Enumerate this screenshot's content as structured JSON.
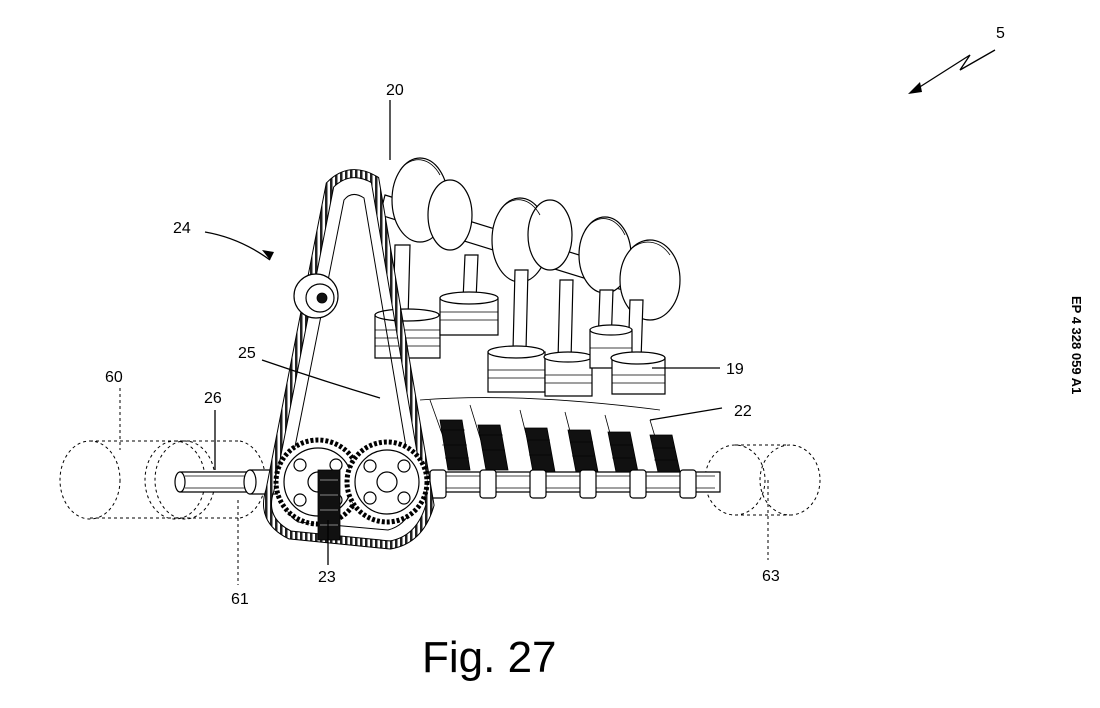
{
  "publication_number": "EP 4 328 059 A1",
  "figure": {
    "caption": "Fig. 27",
    "reference_numerals": {
      "assembly": "5",
      "crankshaft": "20",
      "drive": "24",
      "belt_guide": "25",
      "axle": "26",
      "motor_left_outer": "60",
      "motor_left_inner": "61",
      "gear": "23",
      "motor_right": "63",
      "piston": "19",
      "connecting_rod": "22"
    }
  }
}
